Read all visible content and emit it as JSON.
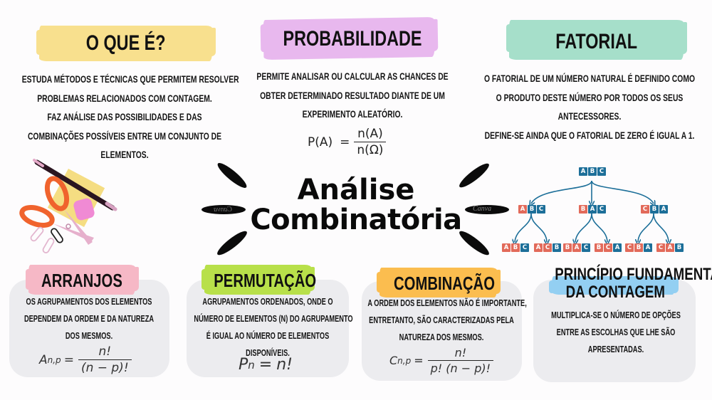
{
  "colors": {
    "yellow": "#f8e08e",
    "lilac": "#e8b8ee",
    "mint": "#a6dfca",
    "pink": "#f6b8c6",
    "lime": "#b8e04a",
    "orange": "#fbbd4f",
    "sky": "#93cff2",
    "card": "#ececef",
    "tree_blue": "#1d6f99",
    "tree_red": "#e26a5a"
  },
  "center_title": {
    "line1": "Análise",
    "line2": "Combinatória"
  },
  "o_que_e": {
    "heading": "O QUE É?",
    "lines": [
      "ESTUDA MÉTODOS E TÉCNICAS QUE PERMITEM RESOLVER",
      "PROBLEMAS RELACIONADOS COM CONTAGEM.",
      "FAZ ANÁLISE DAS POSSIBILIDADES E DAS",
      "COMBINAÇÕES POSSÍVEIS ENTRE UM CONJUNTO DE",
      "ELEMENTOS."
    ]
  },
  "probabilidade": {
    "heading": "PROBABILIDADE",
    "lines": [
      "PERMITE ANALISAR OU CALCULAR AS CHANCES DE",
      "OBTER DETERMINADO RESULTADO DIANTE DE UM",
      "EXPERIMENTO ALEATÓRIO."
    ],
    "formula": {
      "lhs": "P(A)",
      "eq": "=",
      "num": "n(A)",
      "den": "n(Ω)"
    }
  },
  "fatorial": {
    "heading": "FATORIAL",
    "lines": [
      "O FATORIAL DE UM NÚMERO NATURAL É DEFINIDO COMO",
      "O PRODUTO DESTE NÚMERO POR TODOS OS SEUS",
      "ANTECESSORES.",
      "DEFINE-SE AINDA QUE O FATORIAL DE ZERO É IGUAL A 1."
    ]
  },
  "tree": {
    "root": [
      "A",
      "B",
      "C"
    ],
    "level1": [
      [
        "A",
        "B",
        "C"
      ],
      [
        "B",
        "A",
        "C"
      ],
      [
        "C",
        "B",
        "A"
      ]
    ],
    "level2": [
      [
        "A",
        "B",
        "C"
      ],
      [
        "A",
        "C",
        "B"
      ],
      [
        "B",
        "A",
        "C"
      ],
      [
        "B",
        "C",
        "A"
      ],
      [
        "C",
        "B",
        "A"
      ],
      [
        "C",
        "A",
        "B"
      ]
    ]
  },
  "arranjos": {
    "heading": "ARRANJOS",
    "lines": [
      "OS AGRUPAMENTOS DOS ELEMENTOS",
      "DEPENDEM DA ORDEM E DA NATUREZA",
      "DOS MESMOS."
    ],
    "formula": {
      "lhs": "A",
      "sub": "n,p",
      "eq": "=",
      "num": "n!",
      "den": "(n − p)!"
    }
  },
  "permutacao": {
    "heading": "PERMUTAÇÃO",
    "lines": [
      "AGRUPAMENTOS ORDENADOS, ONDE O",
      "NÚMERO DE ELEMENTOS (N) DO AGRUPAMENTO",
      "É IGUAL AO NÚMERO DE ELEMENTOS",
      "DISPONÍVEIS."
    ],
    "formula": {
      "lhs": "P",
      "sub": "n",
      "eq": "=",
      "rhs": "n!"
    }
  },
  "combinacao": {
    "heading": "COMBINAÇÃO",
    "lines": [
      "A ORDEM DOS ELEMENTOS NÃO É IMPORTANTE,",
      "ENTRETANTO, SÃO CARACTERIZADAS PELA",
      "NATUREZA DOS MESMOS."
    ],
    "formula": {
      "lhs": "C",
      "sub": "n,p",
      "eq": "=",
      "num": "n!",
      "den": "p! (n − p)!"
    }
  },
  "principio": {
    "heading_line1": "PRINCÍPIO FUNDAMENTAL",
    "heading_line2": "DA CONTAGEM",
    "lines": [
      "MULTIPLICA-SE O NÚMERO DE OPÇÕES",
      "ENTRE AS ESCOLHAS QUE LHE SÃO",
      "APRESENTADAS."
    ]
  },
  "watermarks": {
    "left": "Canva",
    "right": "Canva"
  }
}
